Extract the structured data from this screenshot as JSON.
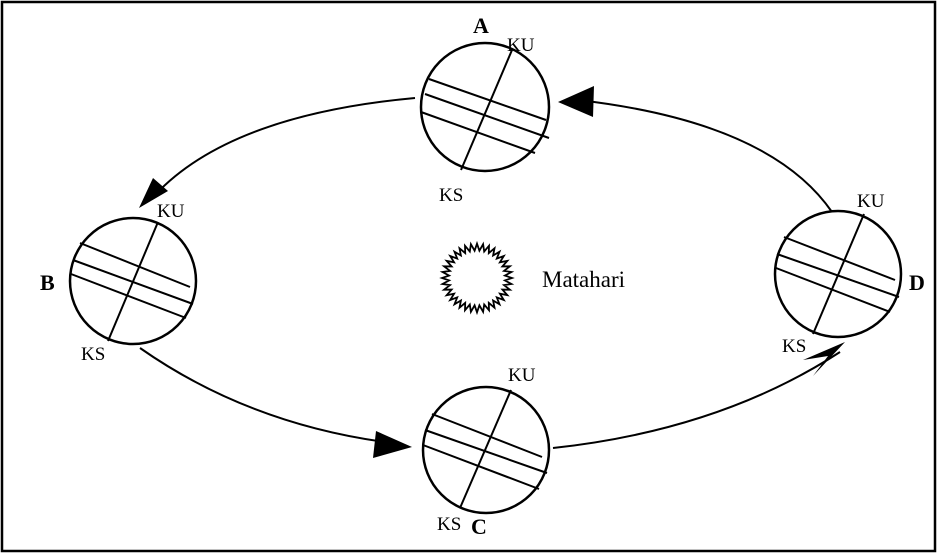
{
  "positions": [
    {
      "key": "A",
      "label": "A",
      "north": "KU",
      "south": "KS"
    },
    {
      "key": "B",
      "label": "B",
      "north": "KU",
      "south": "KS"
    },
    {
      "key": "C",
      "label": "C",
      "north": "KU",
      "south": "KS"
    },
    {
      "key": "D",
      "label": "D",
      "north": "KU",
      "south": "KS"
    }
  ],
  "sun": {
    "label": "Matahari"
  },
  "colors": {
    "stroke": "#000000",
    "background": "#ffffff"
  }
}
